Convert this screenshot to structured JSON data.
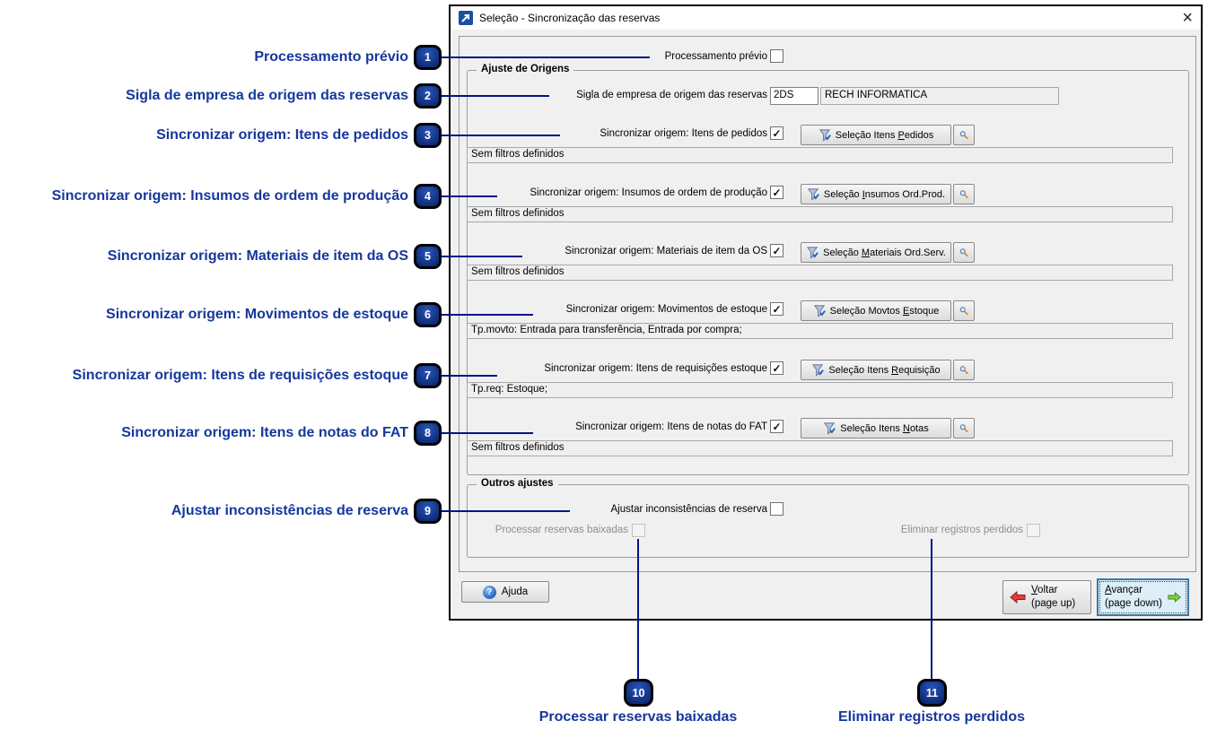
{
  "window": {
    "title": "Seleção - Sincronização das reservas"
  },
  "glyphs": {
    "check": "✓",
    "close": "×",
    "help": "?"
  },
  "colors": {
    "annotation_text": "#16379c",
    "connector_line": "#001489",
    "badge_fill": "#0d2a78",
    "dialog_background": "#f0f0f0",
    "titlebar_background": "#ffffff",
    "focus_button_background": "#ddeef9",
    "focus_button_border": "#3879ab",
    "back_arrow_red": "#e23b3b",
    "next_arrow_green": "#7bd33c"
  },
  "annotations": {
    "items": [
      {
        "n": "1",
        "label": "Processamento prévio"
      },
      {
        "n": "2",
        "label": "Sigla de empresa de origem das reservas"
      },
      {
        "n": "3",
        "label": "Sincronizar origem: Itens de pedidos"
      },
      {
        "n": "4",
        "label": "Sincronizar origem: Insumos de ordem de produção"
      },
      {
        "n": "5",
        "label": "Sincronizar origem: Materiais de item da OS"
      },
      {
        "n": "6",
        "label": "Sincronizar origem: Movimentos de estoque"
      },
      {
        "n": "7",
        "label": "Sincronizar origem: Itens de requisições estoque"
      },
      {
        "n": "8",
        "label": "Sincronizar origem: Itens de notas do FAT"
      },
      {
        "n": "9",
        "label": "Ajustar inconsistências de reserva"
      }
    ],
    "bottom": [
      {
        "n": "10",
        "label": "Processar reservas baixadas"
      },
      {
        "n": "11",
        "label": "Eliminar registros perdidos"
      }
    ]
  },
  "form": {
    "prev_processing_label": "Processamento prévio",
    "prev_processing_checked": false,
    "origins_group_label": "Ajuste de Origens",
    "company_label": "Sigla de empresa de origem das reservas",
    "company_code": "2DS",
    "company_name": "RECH INFORMATICA",
    "sync_rows": [
      {
        "label": "Sincronizar origem: Itens de pedidos",
        "checked": true,
        "button_pre": "Seleção Itens ",
        "button_hot": "P",
        "button_post": "edidos",
        "filter": "Sem filtros definidos"
      },
      {
        "label": "Sincronizar origem: Insumos de ordem de produção",
        "checked": true,
        "button_pre": "Seleção ",
        "button_hot": "I",
        "button_post": "nsumos Ord.Prod.",
        "filter": "Sem filtros definidos"
      },
      {
        "label": "Sincronizar origem: Materiais de item da OS",
        "checked": true,
        "button_pre": "Seleção ",
        "button_hot": "M",
        "button_post": "ateriais Ord.Serv.",
        "filter": "Sem filtros definidos"
      },
      {
        "label": "Sincronizar origem: Movimentos de estoque",
        "checked": true,
        "button_pre": "Seleção Movtos ",
        "button_hot": "E",
        "button_post": "stoque",
        "filter": "Tp.movto: Entrada para transferência, Entrada por compra;"
      },
      {
        "label": "Sincronizar origem: Itens de requisições estoque",
        "checked": true,
        "button_pre": "Seleção Itens ",
        "button_hot": "R",
        "button_post": "equisição",
        "filter": "Tp.req: Estoque;"
      },
      {
        "label": "Sincronizar origem: Itens de notas do FAT",
        "checked": true,
        "button_pre": "Seleção Itens ",
        "button_hot": "N",
        "button_post": "otas",
        "filter": "Sem filtros definidos"
      }
    ],
    "others_group_label": "Outros ajustes",
    "adjust_label": "Ajustar inconsistências de reserva",
    "adjust_checked": false,
    "processed_label": "Processar reservas baixadas",
    "processed_enabled": false,
    "eliminate_label": "Eliminar registros perdidos",
    "eliminate_enabled": false
  },
  "footer": {
    "help": {
      "pre": "A",
      "hot": "j",
      "post": "uda"
    },
    "back": {
      "pre": "",
      "hot": "V",
      "post": "oltar",
      "sub": "(page up)"
    },
    "next": {
      "pre": "",
      "hot": "A",
      "post": "vançar",
      "sub": "(page down)"
    }
  }
}
